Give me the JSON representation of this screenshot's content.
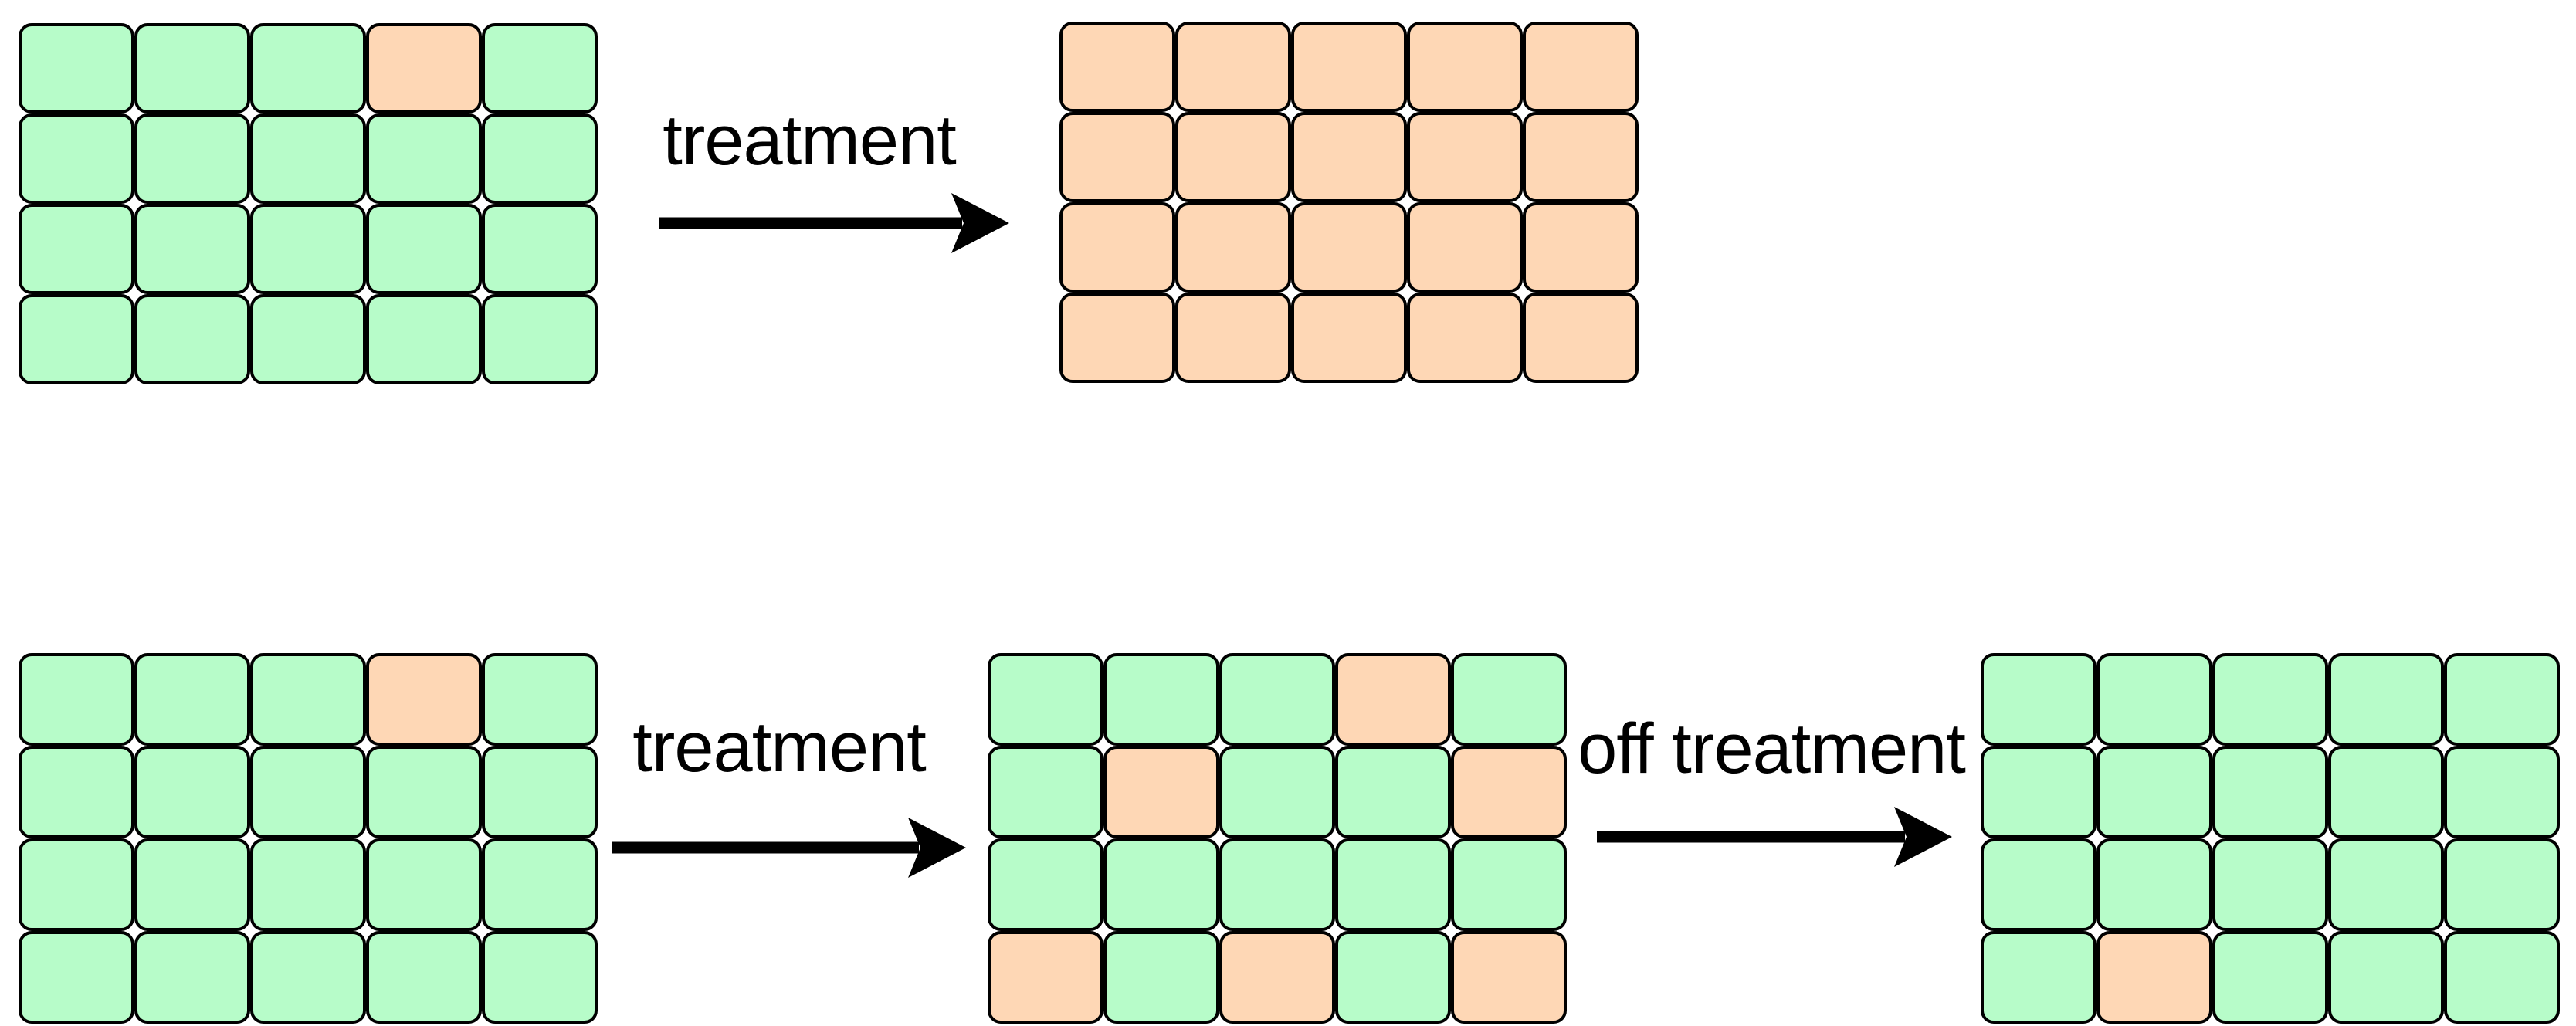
{
  "colors": {
    "canvas_bg": "#ffffff",
    "green_cell": "#b7fcc9",
    "orange_cell": "#fed7b5",
    "cell_border": "#000000",
    "arrow": "#000000",
    "label_text": "#000000"
  },
  "grid_shape": {
    "rows": 4,
    "cols": 5
  },
  "top_flow": {
    "start_grid": {
      "cells": [
        [
          "G",
          "G",
          "G",
          "O",
          "G"
        ],
        [
          "G",
          "G",
          "G",
          "G",
          "G"
        ],
        [
          "G",
          "G",
          "G",
          "G",
          "G"
        ],
        [
          "G",
          "G",
          "G",
          "G",
          "G"
        ]
      ]
    },
    "arrow": {
      "label": "treatment"
    },
    "end_grid": {
      "cells": [
        [
          "O",
          "O",
          "O",
          "O",
          "O"
        ],
        [
          "O",
          "O",
          "O",
          "O",
          "O"
        ],
        [
          "O",
          "O",
          "O",
          "O",
          "O"
        ],
        [
          "O",
          "O",
          "O",
          "O",
          "O"
        ]
      ]
    }
  },
  "bottom_flow": {
    "start_grid": {
      "cells": [
        [
          "G",
          "G",
          "G",
          "O",
          "G"
        ],
        [
          "G",
          "G",
          "G",
          "G",
          "G"
        ],
        [
          "G",
          "G",
          "G",
          "G",
          "G"
        ],
        [
          "G",
          "G",
          "G",
          "G",
          "G"
        ]
      ]
    },
    "arrow1": {
      "label": "treatment"
    },
    "middle_grid": {
      "cells": [
        [
          "G",
          "G",
          "G",
          "O",
          "G"
        ],
        [
          "G",
          "O",
          "G",
          "G",
          "O"
        ],
        [
          "G",
          "G",
          "G",
          "G",
          "G"
        ],
        [
          "O",
          "G",
          "O",
          "G",
          "O"
        ]
      ]
    },
    "arrow2": {
      "label": "off treatment"
    },
    "end_grid": {
      "cells": [
        [
          "G",
          "G",
          "G",
          "G",
          "G"
        ],
        [
          "G",
          "G",
          "G",
          "G",
          "G"
        ],
        [
          "G",
          "G",
          "G",
          "G",
          "G"
        ],
        [
          "G",
          "O",
          "G",
          "G",
          "G"
        ]
      ]
    }
  }
}
